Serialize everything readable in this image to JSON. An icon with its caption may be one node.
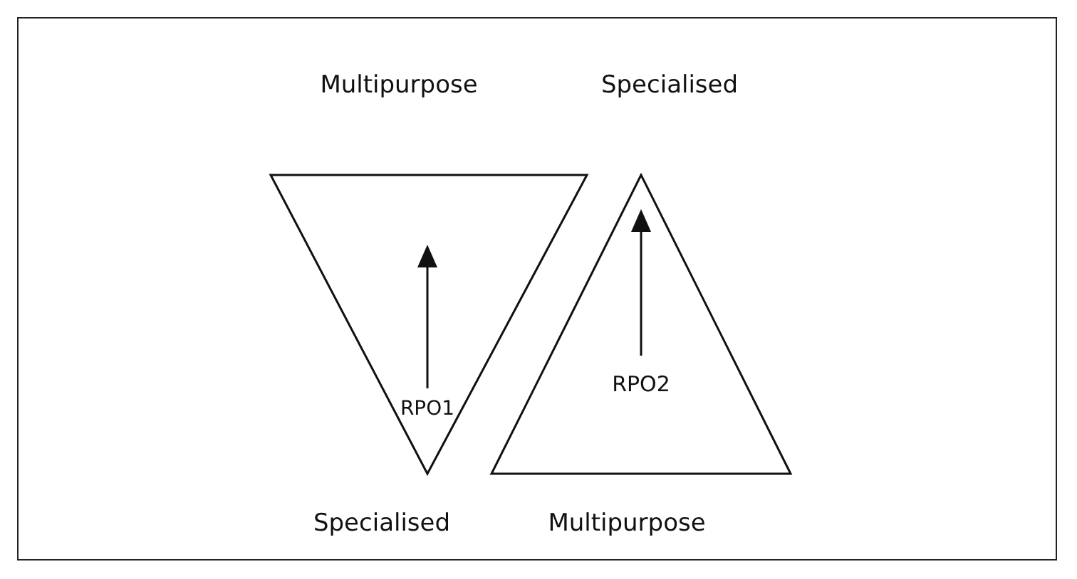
{
  "diagram": {
    "nodes": [
      {
        "text": [
          "Multipurpose",
          "RPO1",
          "Specialised"
        ]
      },
      {
        "text": [
          "Specialised",
          "RPO2",
          "Multipurpose"
        ]
      }
    ]
  }
}
